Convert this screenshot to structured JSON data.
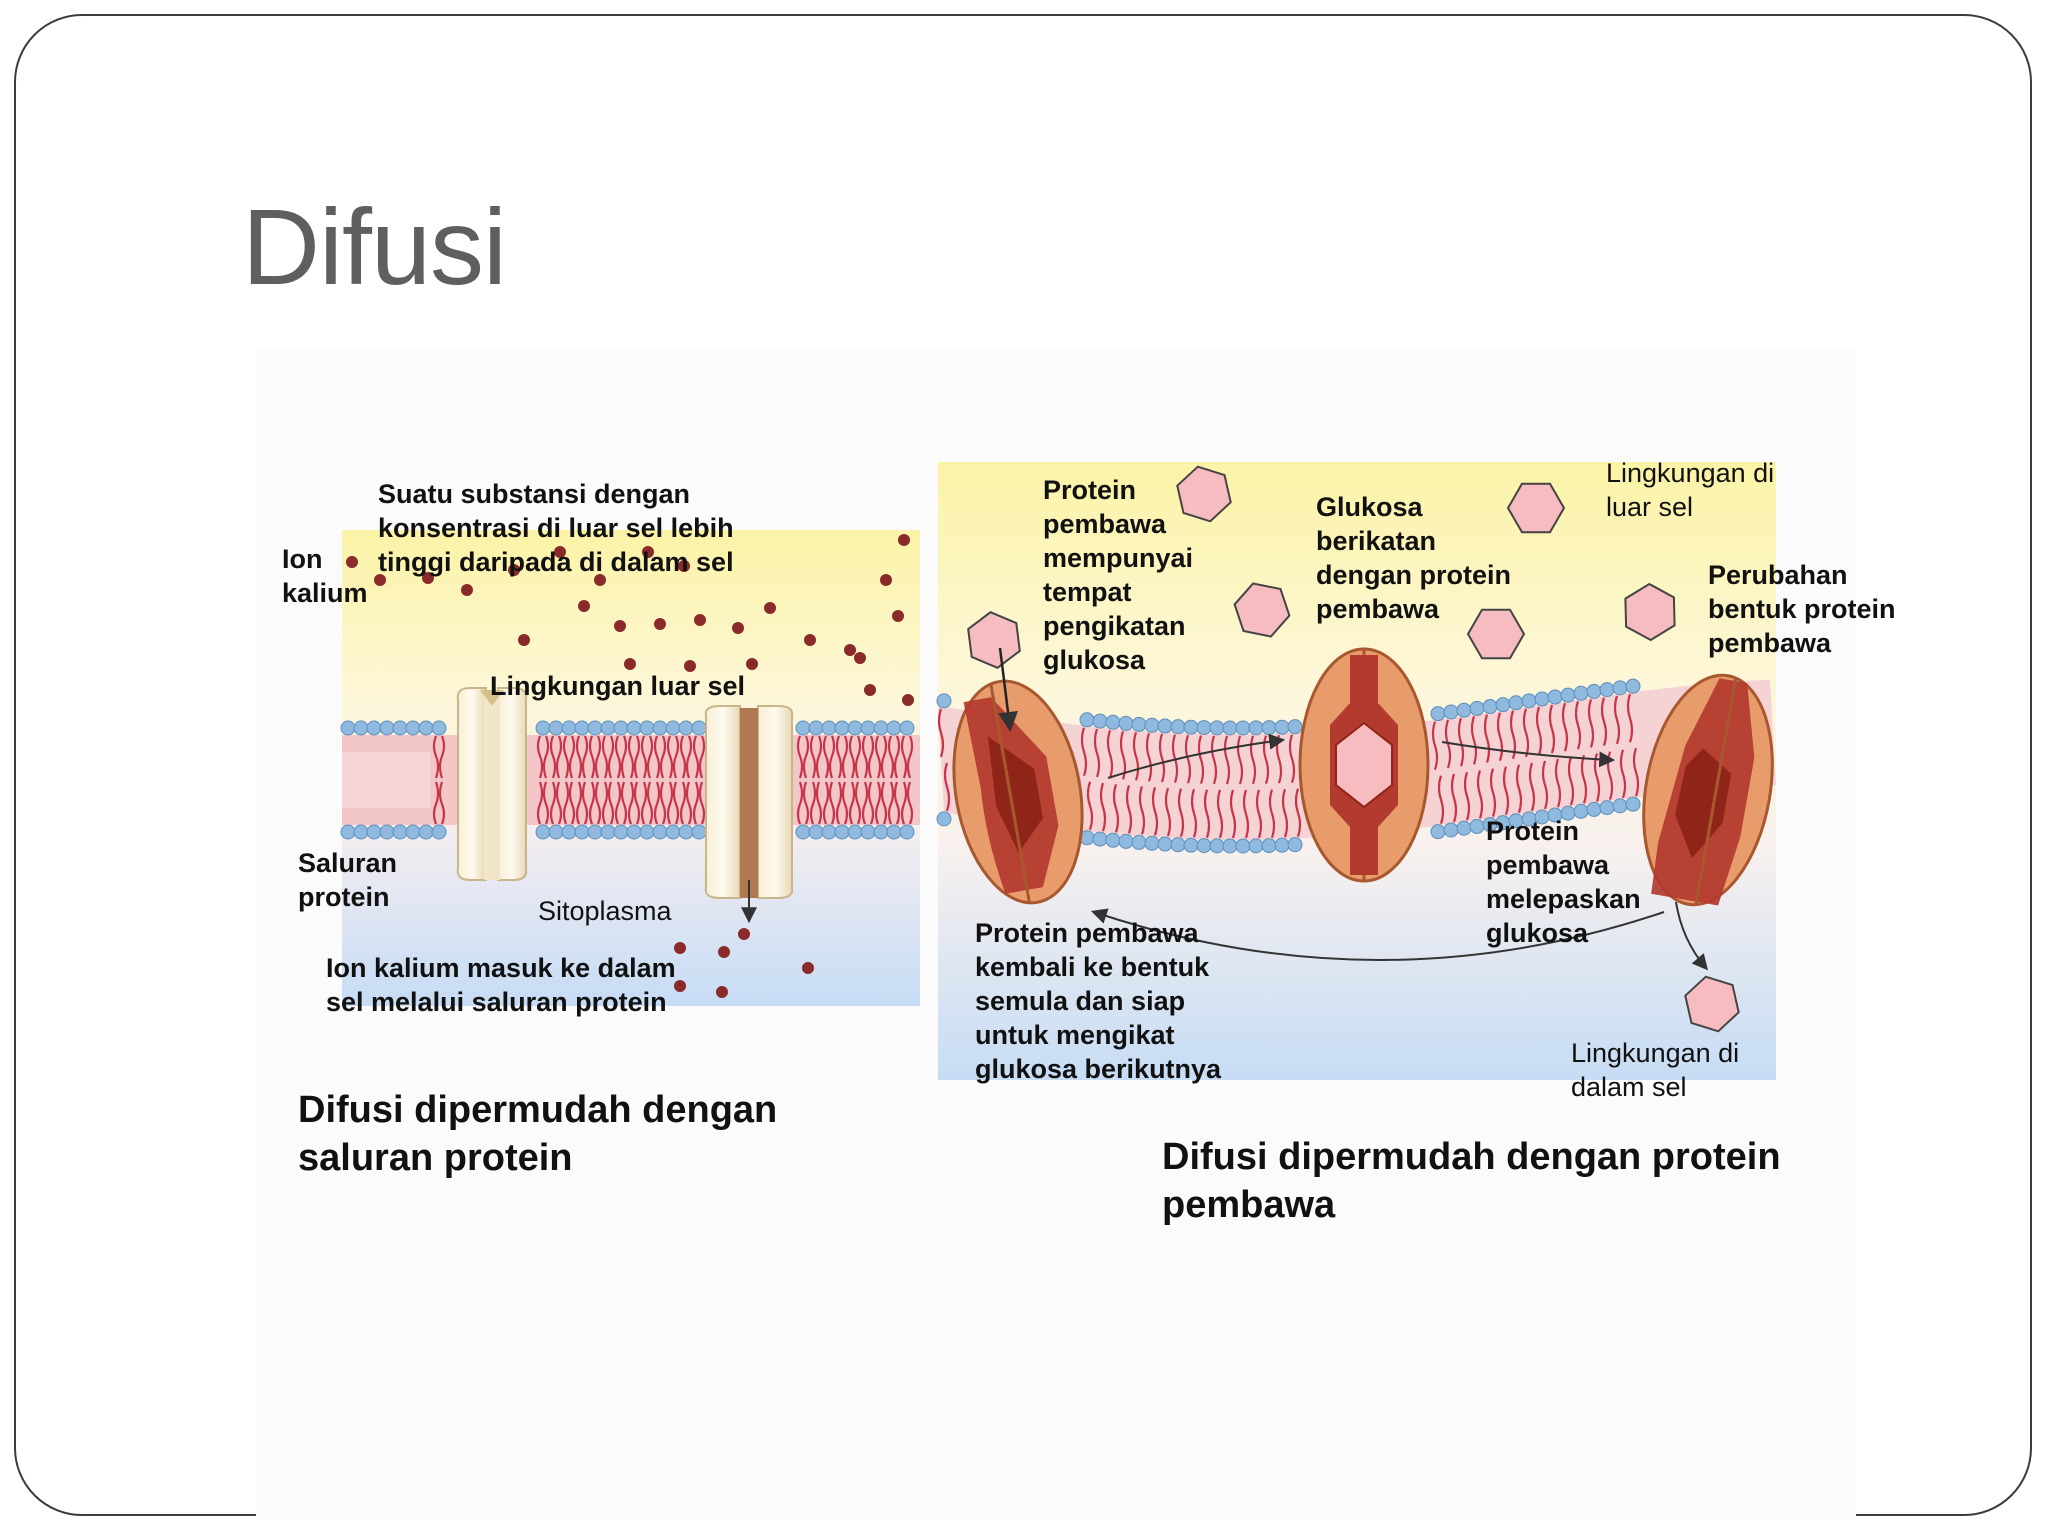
{
  "slide": {
    "title": "Difusi"
  },
  "left_panel": {
    "label_ion_kalium": "Ion\nkalium",
    "label_substance": "Suatu substansi dengan\nkonsentrasi di luar sel lebih\ntinggi daripada di dalam sel",
    "label_outside": "Lingkungan luar sel",
    "label_channel": "Saluran\nprotein",
    "label_cytoplasm": "Sitoplasma",
    "label_entry": "Ion kalium masuk ke dalam\nsel melalui saluran protein",
    "caption": "Difusi dipermudah dengan\nsaluran protein"
  },
  "right_panel": {
    "label_binding_site": "Protein\npembawa\nmempunyai\ntempat\npengikatan\nglukosa",
    "label_glucose_binds": "Glukosa\nberikatan\ndengan protein\npembawa",
    "label_outside": "Lingkungan di\nluar sel",
    "label_shape_change": "Perubahan\nbentuk protein\npembawa",
    "label_release": "Protein\npembawa\nmelepaskan\nglukosa",
    "label_return": "Protein pembawa\nkembali ke bentuk\nsemula dan siap\nuntuk mengikat\nglukosa berikutnya",
    "label_inside": "Lingkungan di\ndalam sel",
    "caption": "Difusi dipermudah dengan protein\npembawa"
  },
  "colors": {
    "outside_top": "#fbf3a6",
    "inside_bottom": "#c6dcf5",
    "lipid_head": "#8fb9de",
    "lipid_tail": "#c8354a",
    "ion": "#8a2a2a",
    "glucose": "#f6bcc0",
    "carrier": "#e89c6c",
    "carrier_inner": "#b23a2e",
    "channel": "#f5ecd0"
  }
}
